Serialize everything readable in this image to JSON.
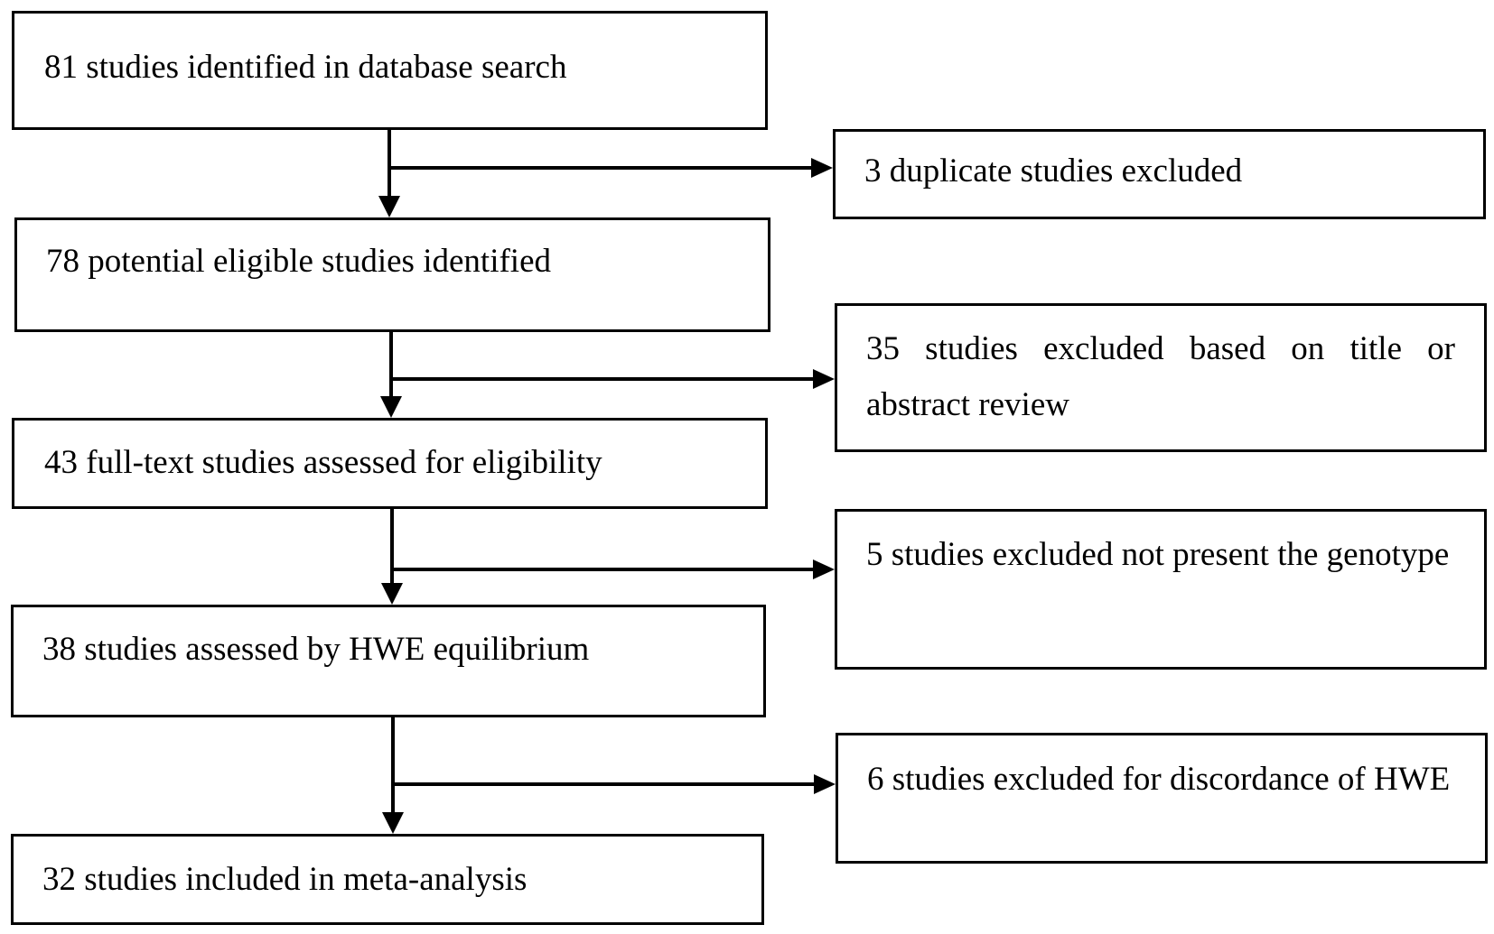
{
  "flow": {
    "main": [
      {
        "id": "identified",
        "text": "81 studies identified in database search"
      },
      {
        "id": "eligible",
        "text": "78 potential eligible studies identified"
      },
      {
        "id": "fulltext",
        "text": "43 full-text studies assessed for eligibility"
      },
      {
        "id": "hwe",
        "text": "38 studies assessed by HWE equilibrium"
      },
      {
        "id": "included",
        "text": "32 studies included in meta-analysis"
      }
    ],
    "excluded": [
      {
        "id": "duplicates",
        "text": "3 duplicate studies excluded"
      },
      {
        "id": "title-abstract",
        "text": "35 studies excluded based on title or abstract review"
      },
      {
        "id": "genotype",
        "text": "5 studies excluded not present the genotype"
      },
      {
        "id": "hwe-discordance",
        "text": "6 studies excluded for discordance of HWE"
      }
    ]
  },
  "colors": {
    "line": "#000000",
    "background": "#ffffff"
  }
}
